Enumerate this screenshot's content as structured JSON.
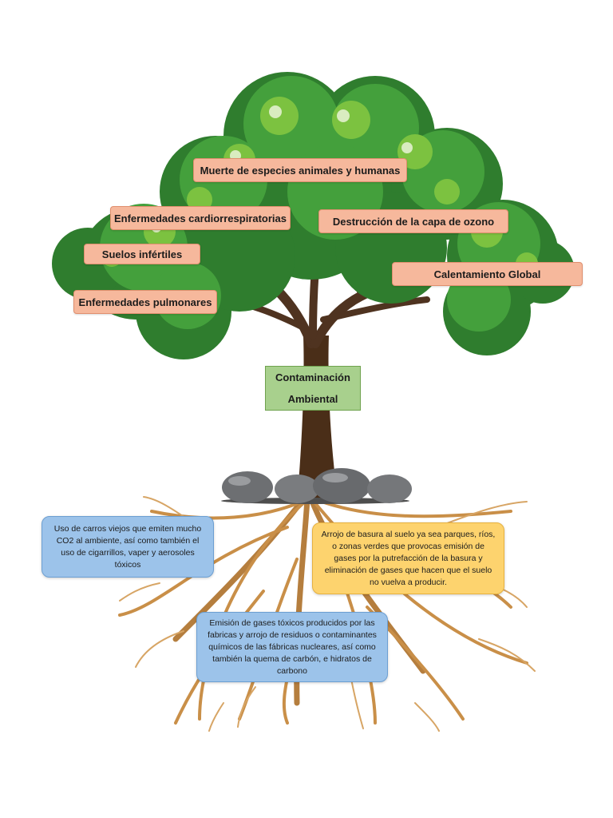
{
  "center": {
    "line1": "Contaminación",
    "line2": "Ambiental"
  },
  "effects": [
    "Muerte de especies animales y humanas",
    "Enfermedades cardiorrespiratorias",
    "Destrucción de la capa de ozono",
    "Suelos infértiles",
    "Calentamiento Global",
    "Enfermedades pulmonares"
  ],
  "causes": [
    "Uso de carros viejos que emiten mucho CO2 al ambiente, así como también el uso de cigarrillos, vaper y aerosoles tóxicos",
    "Arrojo de basura al suelo ya sea parques, ríos, o zonas verdes que provocas emisión de gases por la putrefacción de la basura y eliminación de gases que hacen que el suelo no vuelva a producir.",
    "Emisión de gases tóxicos producidos por las fabricas y arrojo de residuos o contaminantes químicos de las fábricas nucleares, así como también la quema de carbón, e hidratos de carbono"
  ],
  "colors": {
    "effect_box": "#f6b89c",
    "center_box": "#a8d08d",
    "cause_blue": "#9cc3ea",
    "cause_yellow": "#fdd36e",
    "foliage": "#3f9e3a",
    "trunk": "#4a2e18",
    "roots": "#c98f48"
  }
}
